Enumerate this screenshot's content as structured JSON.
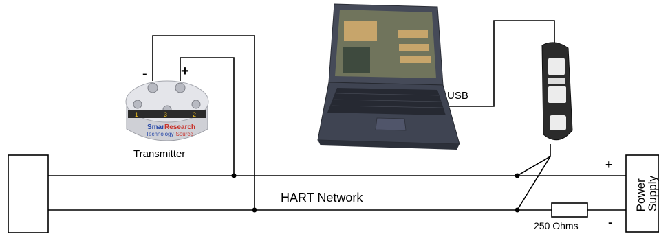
{
  "labels": {
    "transmitter": "Transmitter",
    "hart_network": "HART Network",
    "usb": "USB",
    "resistor": "250 Ohms",
    "power_supply_line1": "Power",
    "power_supply_line2": "Supply",
    "transmitter_minus": "-",
    "transmitter_plus": "+",
    "supply_plus": "+",
    "supply_minus": "-"
  },
  "transmitter_logo": {
    "brand_a": "Smar",
    "brand_b": "Research",
    "tagline_a": "Technology",
    "tagline_b": "Source",
    "terminal_numbers": [
      "1",
      "3",
      "2"
    ]
  },
  "colors": {
    "wire": "#000000",
    "laptop_body": "#3c4150",
    "laptop_screen": "#6b705a",
    "modem_body": "#2a2a2a",
    "transmitter_body": "#dcdde2",
    "brand_blue": "#2a4aa8",
    "brand_red": "#c8332c"
  }
}
